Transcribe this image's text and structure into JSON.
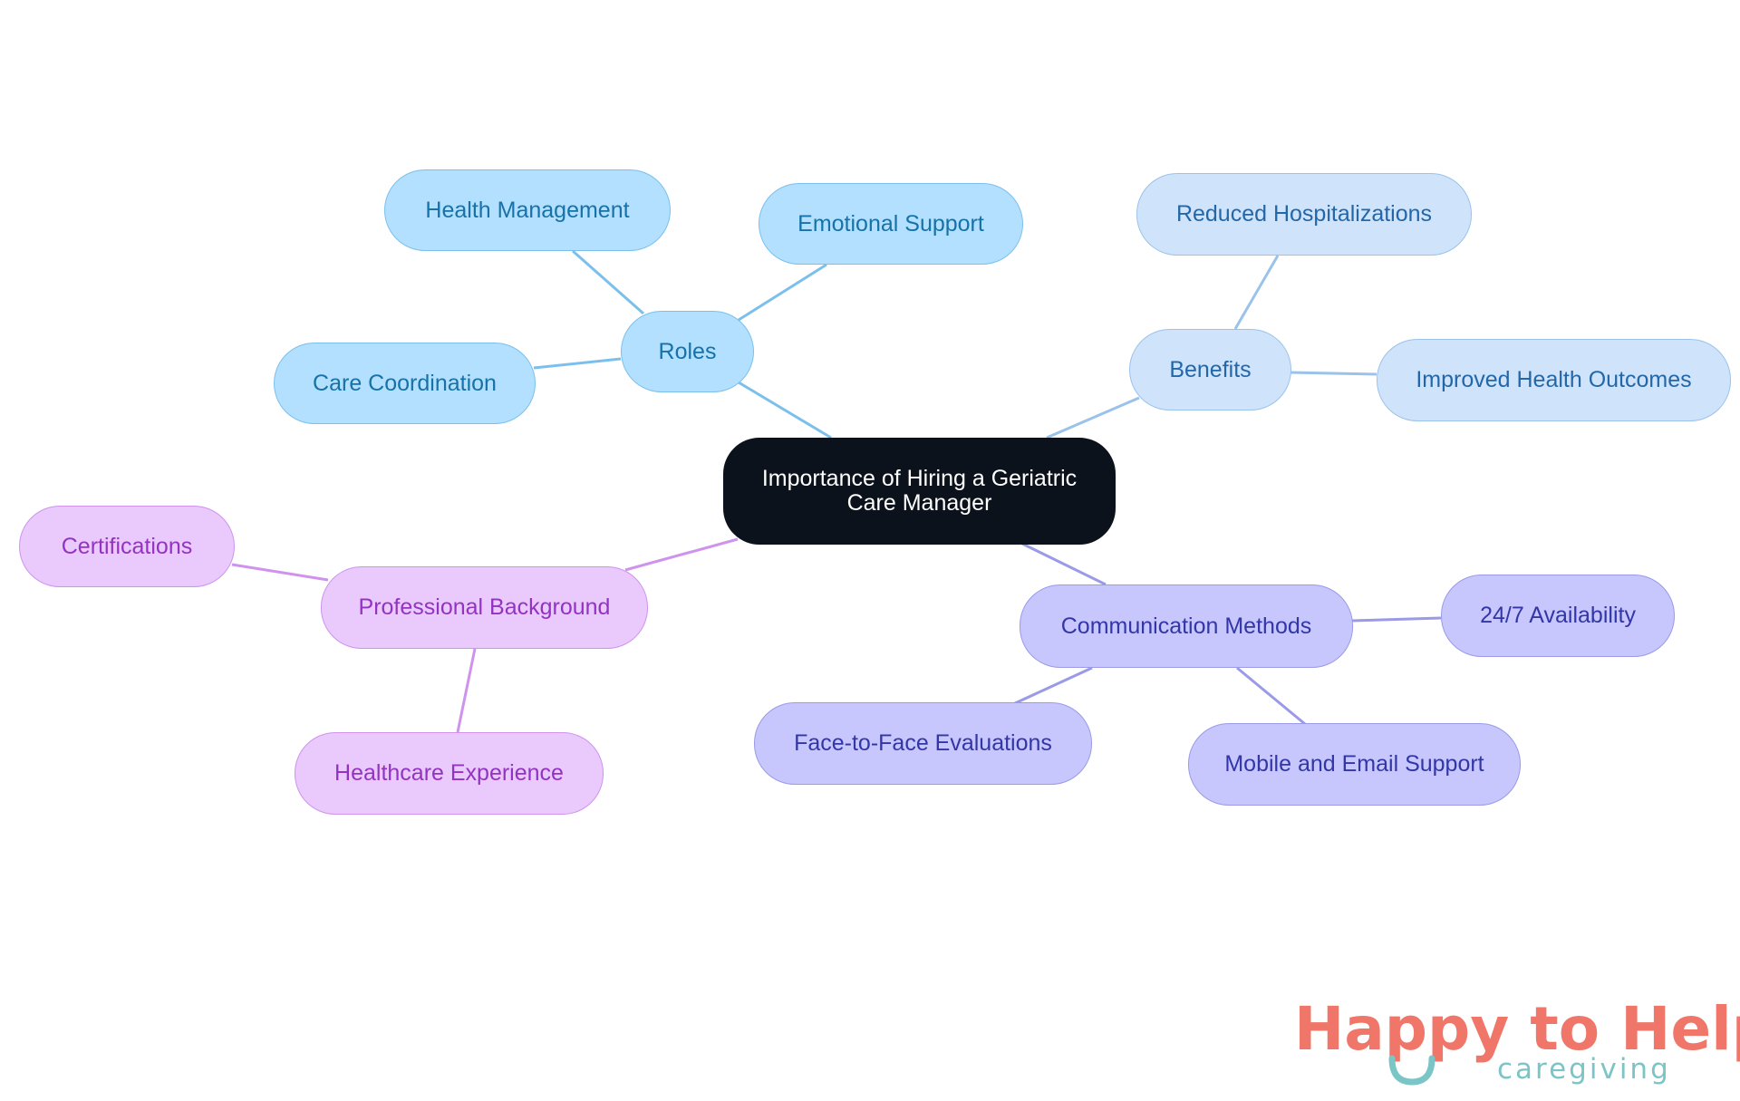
{
  "diagram": {
    "center": {
      "label": "Importance of Hiring a Geriatric Care Manager"
    },
    "roles": {
      "label": "Roles",
      "children": [
        "Health Management",
        "Emotional Support",
        "Care Coordination"
      ]
    },
    "benefits": {
      "label": "Benefits",
      "children": [
        "Reduced Hospitalizations",
        "Improved Health Outcomes"
      ]
    },
    "professional_background": {
      "label": "Professional Background",
      "children": [
        "Certifications",
        "Healthcare Experience"
      ]
    },
    "communication_methods": {
      "label": "Communication Methods",
      "children": [
        "24/7 Availability",
        "Face-to-Face Evaluations",
        "Mobile and Email Support"
      ]
    }
  },
  "colors": {
    "center_fill": "#0c121b",
    "roles": "#b3e0fe",
    "benefits": "#cfe4fb",
    "communication": "#c7c7fd",
    "professional": "#eac9fc",
    "logo_primary": "#ef7669",
    "logo_secondary": "#7cc5c6"
  },
  "logo": {
    "title_part1": "Happy to Help",
    "subtitle": "caregiving"
  }
}
